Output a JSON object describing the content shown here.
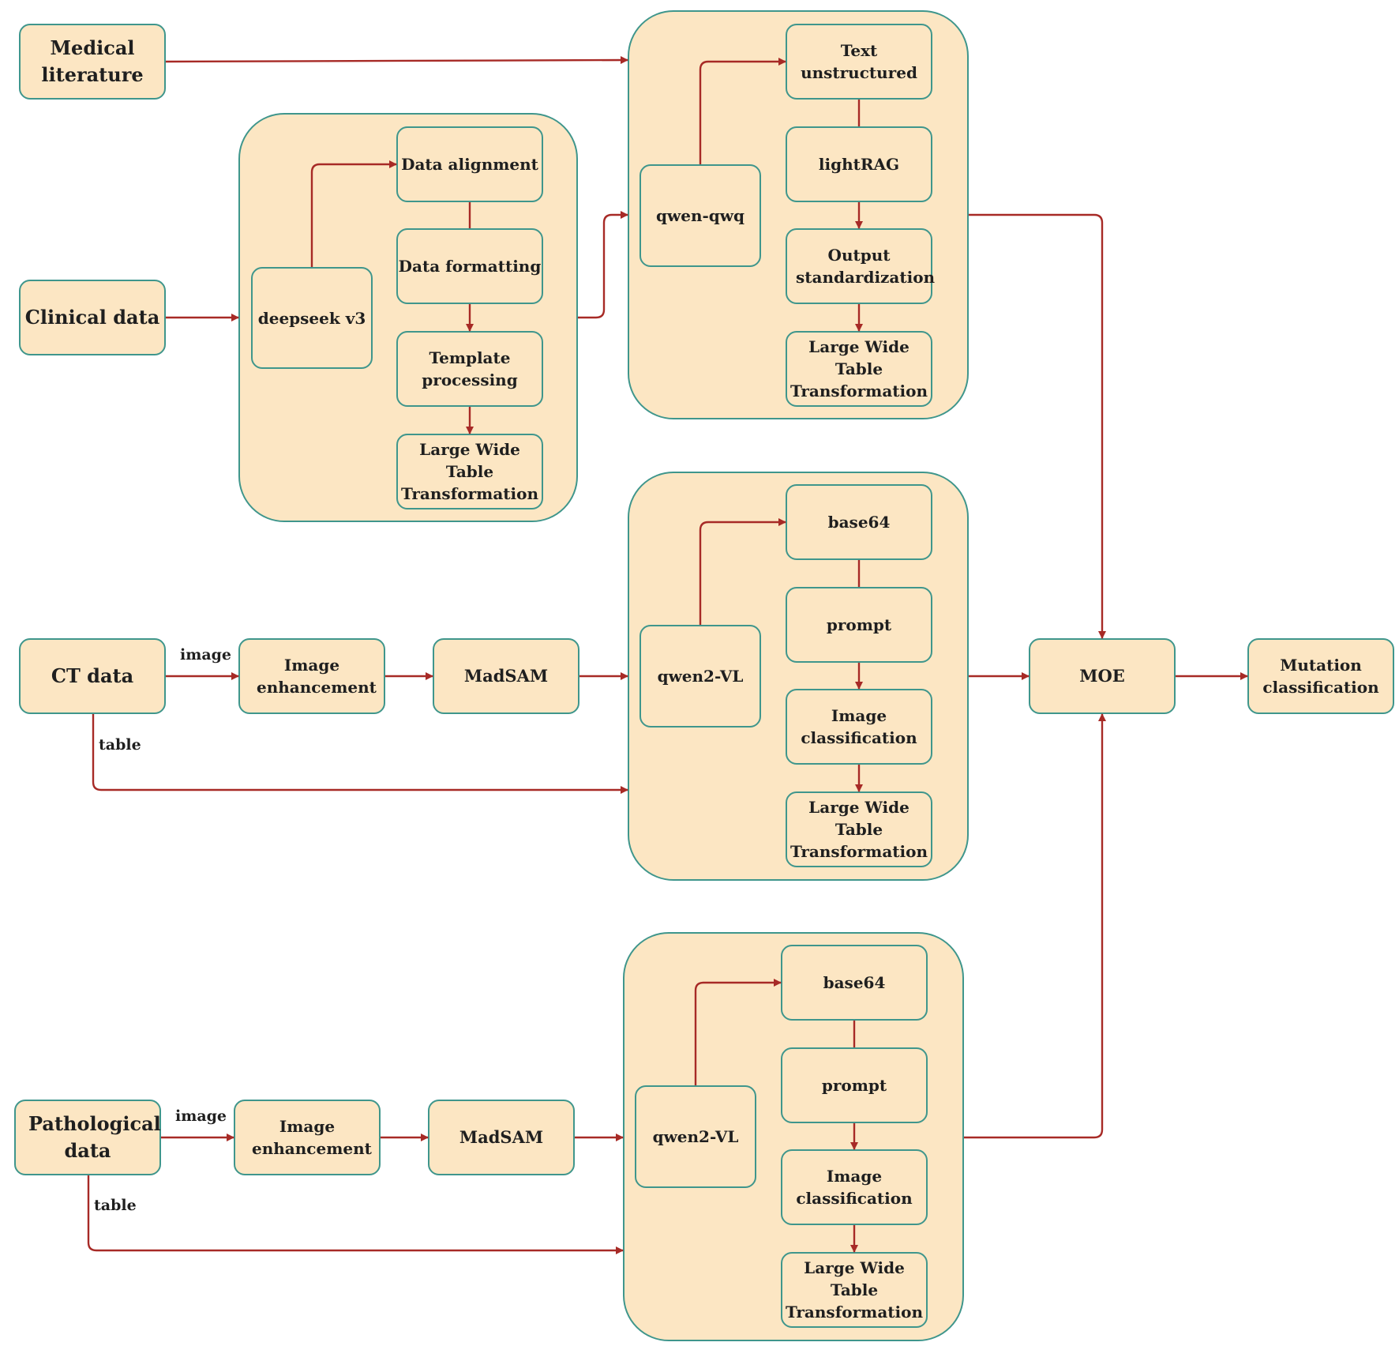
{
  "inputs": {
    "medical_literature": "Medical literature",
    "clinical_data": "Clinical data",
    "ct_data": "CT data",
    "pathological_data": "Pathological data"
  },
  "clinical_group": {
    "model": "deepseek v3",
    "steps": [
      "Data alignment",
      "Data formatting",
      "Template processing",
      "Large Wide Table Transformation"
    ]
  },
  "text_group": {
    "model": "qwen-qwq",
    "steps": [
      "Text unstructured",
      "lightRAG",
      "Output standardization",
      "Large Wide Table Transformation"
    ]
  },
  "ct_group": {
    "model": "qwen2-VL",
    "steps": [
      "base64",
      "prompt",
      "Image classification",
      "Large Wide Table Transformation"
    ]
  },
  "path_group": {
    "model": "qwen2-VL",
    "steps": [
      "base64",
      "prompt",
      "Image classification",
      "Large Wide Table Transformation"
    ]
  },
  "ct_pipeline": {
    "enhance": "Image enhancement",
    "segment": "MadSAM"
  },
  "path_pipeline": {
    "enhance": "Image enhancement",
    "segment": "MadSAM"
  },
  "edge_labels": {
    "ct_image": "image",
    "ct_table": "table",
    "path_image": "image",
    "path_table": "table"
  },
  "fusion": "MOE",
  "output": "Mutation classification"
}
